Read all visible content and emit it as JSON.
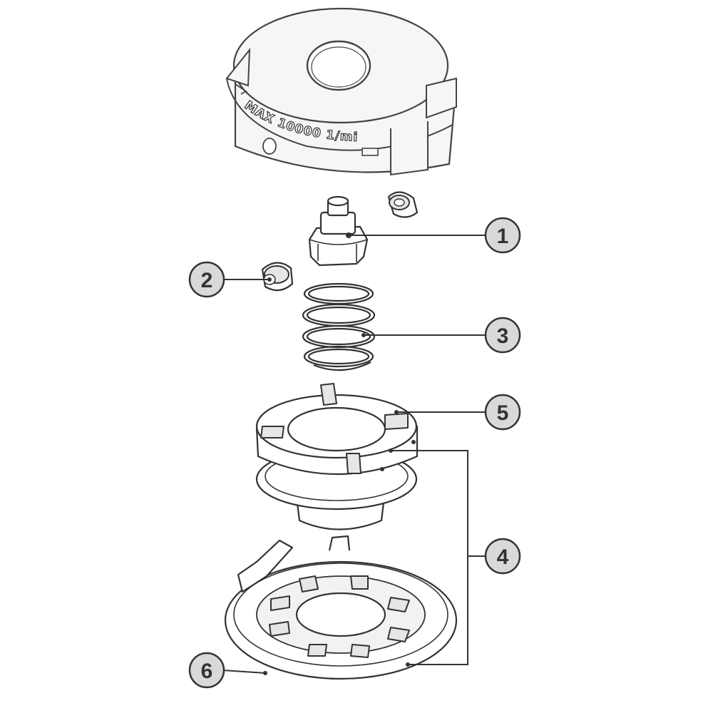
{
  "cover": {
    "max_speed_label": "MAX 10000 1/min"
  },
  "callouts": [
    {
      "id": "1",
      "label": "1"
    },
    {
      "id": "2",
      "label": "2"
    },
    {
      "id": "3",
      "label": "3"
    },
    {
      "id": "4",
      "label": "4"
    },
    {
      "id": "5",
      "label": "5"
    },
    {
      "id": "6",
      "label": "6"
    }
  ],
  "colors": {
    "outline": "#333333",
    "callout_fill": "#d9d9d9",
    "part_fill": "#ffffff",
    "cover_fill": "#f6f6f6"
  }
}
